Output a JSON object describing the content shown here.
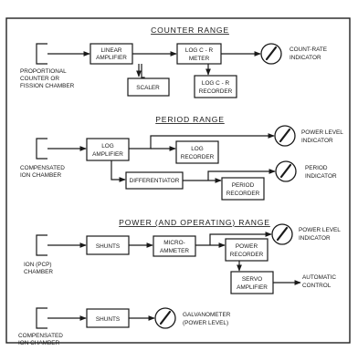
{
  "sections": {
    "counter": {
      "title": "COUNTER RANGE",
      "detector": [
        "PROPORTIONAL",
        "COUNTER OR",
        "FISSION CHAMBER"
      ],
      "linear_amplifier": [
        "LINEAR",
        "AMPLIFIER"
      ],
      "scaler": "SCALER",
      "log_cr_meter": [
        "LOG C - R",
        "METER"
      ],
      "log_cr_recorder": [
        "LOG C - R",
        "RECORDER"
      ],
      "indicator": [
        "COUNT-RATE",
        "INDICATOR"
      ]
    },
    "period": {
      "title": "PERIOD RANGE",
      "detector": [
        "COMPENSATED",
        "ION CHAMBER"
      ],
      "log_amplifier": [
        "LOG",
        "AMPLIFIER"
      ],
      "log_recorder": [
        "LOG",
        "RECORDER"
      ],
      "differentiator": "DIFFERENTIATOR",
      "period_recorder": [
        "PERIOD",
        "RECORDER"
      ],
      "power_indicator": [
        "POWER LEVEL",
        "INDICATOR"
      ],
      "period_indicator": [
        "PERIOD",
        "INDICATOR"
      ]
    },
    "power": {
      "title": "POWER (AND OPERATING) RANGE",
      "detector": [
        "ION (PCP)",
        "CHAMBER"
      ],
      "shunts": "SHUNTS",
      "microammeter": [
        "MICRO-",
        "AMMETER"
      ],
      "power_recorder": [
        "POWER",
        "RECORDER"
      ],
      "servo_amplifier": [
        "SERVO",
        "AMPLIFIER"
      ],
      "automatic_control": [
        "AUTOMATIC",
        "CONTROL"
      ],
      "power_indicator": [
        "POWER LEVEL",
        "INDICATOR"
      ],
      "detector2": [
        "COMPENSATED",
        "ION CHAMBER"
      ],
      "shunts2": "SHUNTS",
      "galvanometer": [
        "GALVANOMETER",
        "(POWER LEVEL)"
      ]
    }
  }
}
